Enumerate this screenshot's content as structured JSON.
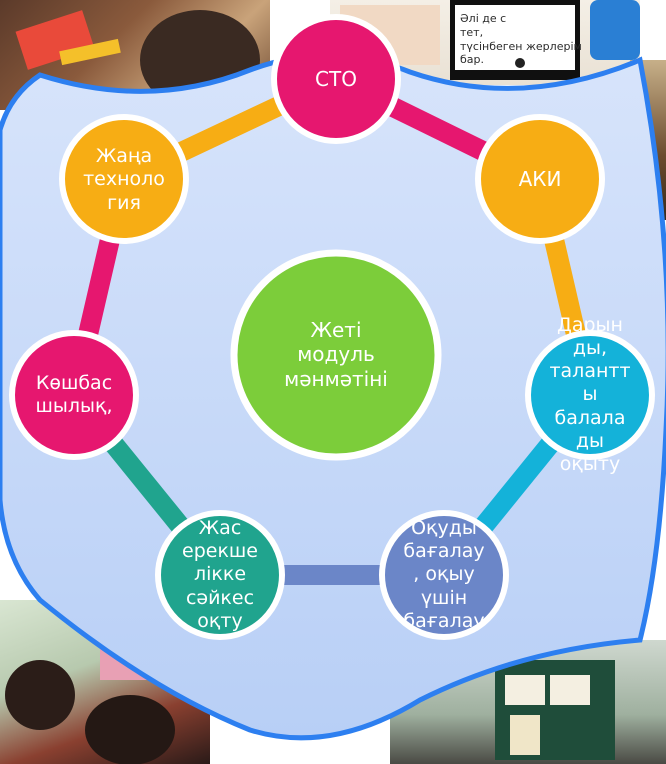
{
  "diagram": {
    "center": {
      "label": "Жеті\nмодуль\nмәнмәтіні",
      "color": "#7ccd3a"
    },
    "nodes": [
      {
        "id": "sto",
        "label": "СТО",
        "color": "#e6176f"
      },
      {
        "id": "aki",
        "label": "АКИ",
        "color": "#f7ad14"
      },
      {
        "id": "gifted",
        "label": "Дарын\nды,\nталантт\nы\nбалала\nды\nоқыту",
        "color": "#14b2d9"
      },
      {
        "id": "assessment",
        "label": "Оқуды\nбағалау\n, оқыу\nүшін\nбағалау",
        "color": "#6b86c8"
      },
      {
        "id": "age",
        "label": "Жас\nерекше\nлікке\nсәйкес\nоқту",
        "color": "#20a48e"
      },
      {
        "id": "leadership",
        "label": "Көшбас\nшылық,",
        "color": "#e6176f"
      },
      {
        "id": "tech",
        "label": "Жаңа\nтехноло\nгия",
        "color": "#f7ad14"
      }
    ],
    "ring_colors": [
      "#e6176f",
      "#f7ad14",
      "#14b2d9",
      "#6b86c8",
      "#20a48e",
      "#e6176f",
      "#f7ad14"
    ]
  },
  "photo_note": "Әлі де с\n        тет,\nтүсінбеген жерлерім\nбар.",
  "colors": {
    "background": "#c9dbfb",
    "frame": "#2d7ff0"
  }
}
